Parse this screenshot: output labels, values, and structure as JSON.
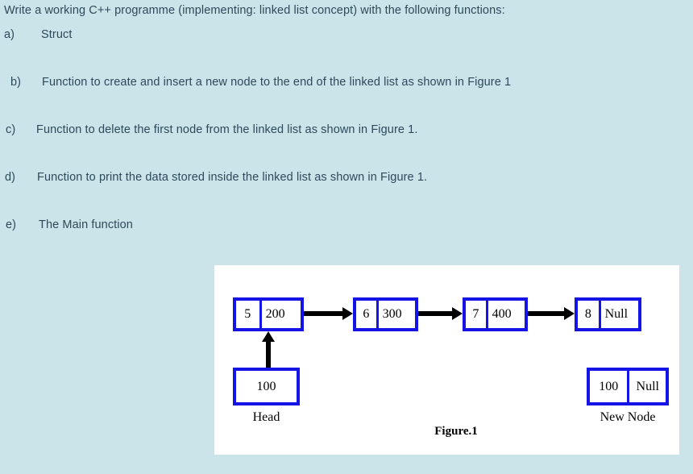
{
  "page": {
    "background_color": "#cbe4e9",
    "text_color": "#2d4a5c"
  },
  "question": {
    "intro": "Write a working C++ programme (implementing: linked list concept) with the following functions:",
    "items": [
      {
        "letter": "a)",
        "text": "Struct"
      },
      {
        "letter": "b)",
        "text": "Function to create and insert a new node to the end of the linked list as shown in Figure 1"
      },
      {
        "letter": "c)",
        "text": "Function to delete the first node from the linked list as shown in Figure 1."
      },
      {
        "letter": "d)",
        "text": "Function to print the data stored inside the linked list as shown in Figure 1."
      },
      {
        "letter": "e)",
        "text": "The Main function"
      }
    ]
  },
  "figure": {
    "caption": "Figure.1",
    "border_color": "#1414e6",
    "arrow_color": "#000000",
    "panel_color": "#ffffff",
    "chain_nodes": [
      {
        "data": "5",
        "next": "200"
      },
      {
        "data": "6",
        "next": "300"
      },
      {
        "data": "7",
        "next": "400"
      },
      {
        "data": "8",
        "next": "Null"
      }
    ],
    "head": {
      "value": "100",
      "label": "Head"
    },
    "new_node": {
      "data": "100",
      "next": "Null",
      "label": "New Node"
    }
  }
}
